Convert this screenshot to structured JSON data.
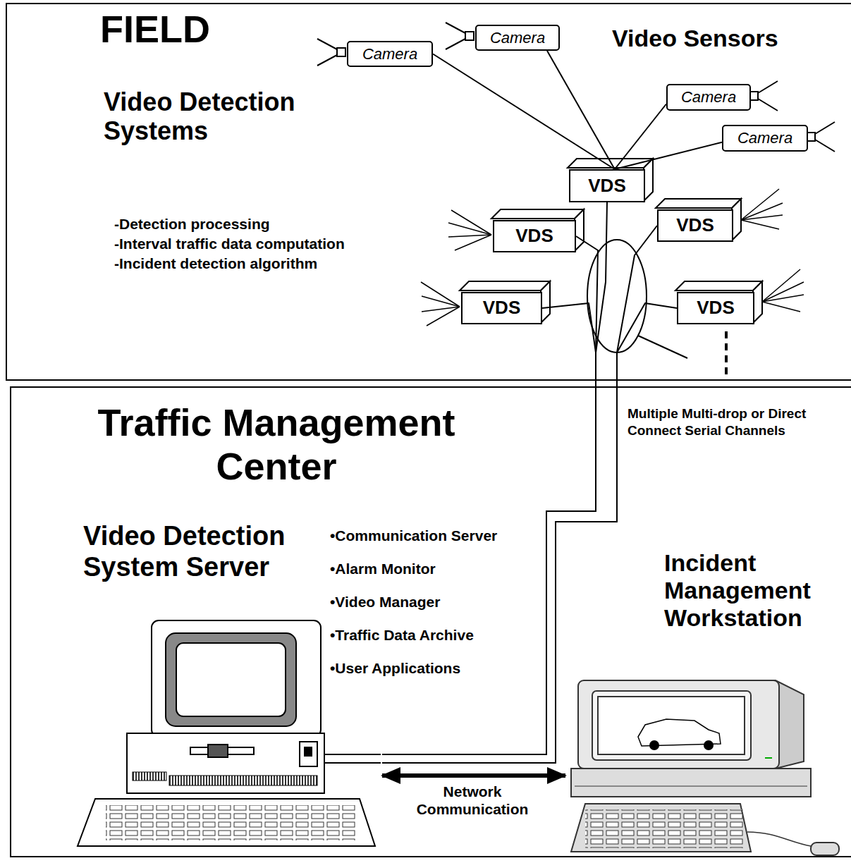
{
  "diagram": {
    "nodes": [
      {
        "text": [
          "FIELD",
          "Video Sensors",
          "Video Detection Systems",
          "-Detection processing",
          "-Interval traffic data computation",
          "-Incident detection algorithm"
        ]
      },
      {
        "text": [
          "Camera"
        ],
        "in": 0
      },
      {
        "text": [
          "Camera"
        ],
        "in": 0
      },
      {
        "text": [
          "Camera"
        ],
        "in": 0
      },
      {
        "text": [
          "Camera"
        ],
        "in": 0
      },
      {
        "text": [
          "VDS"
        ],
        "in": 0
      },
      {
        "text": [
          "VDS"
        ],
        "in": 0
      },
      {
        "text": [
          "VDS"
        ],
        "in": 0
      },
      {
        "text": [
          "VDS"
        ],
        "in": 0
      },
      {
        "text": [
          "VDS"
        ],
        "in": 0
      },
      {
        "text": [
          "Traffic Management Center"
        ]
      },
      {
        "text": [
          "Video Detection System Server"
        ],
        "in": 10
      },
      {
        "text": [
          "Incident Management Workstation"
        ],
        "in": 10
      }
    ],
    "edges": [
      {
        "from": 1,
        "to": 5,
        "arrow": "none"
      },
      {
        "from": 2,
        "to": 5,
        "arrow": "none"
      },
      {
        "from": 3,
        "to": 5,
        "arrow": "none"
      },
      {
        "from": 4,
        "to": 5,
        "arrow": "none"
      },
      {
        "from": 5,
        "to": 11,
        "arrow": "none"
      },
      {
        "from": 6,
        "to": 11,
        "arrow": "none"
      },
      {
        "from": 7,
        "to": 11,
        "arrow": "none"
      },
      {
        "from": 8,
        "to": 11,
        "arrow": "none"
      },
      {
        "from": 9,
        "to": 11,
        "arrow": "none"
      },
      {
        "from": 11,
        "to": 12,
        "label": "Network Communication",
        "arrow": "both"
      }
    ],
    "labels": [
      "•Communication Server",
      "•Alarm Monitor",
      "•Video Manager",
      "•Traffic Data Archive",
      "•User Applications",
      "Multiple Multi-drop or Direct Connect Serial Channels"
    ]
  }
}
